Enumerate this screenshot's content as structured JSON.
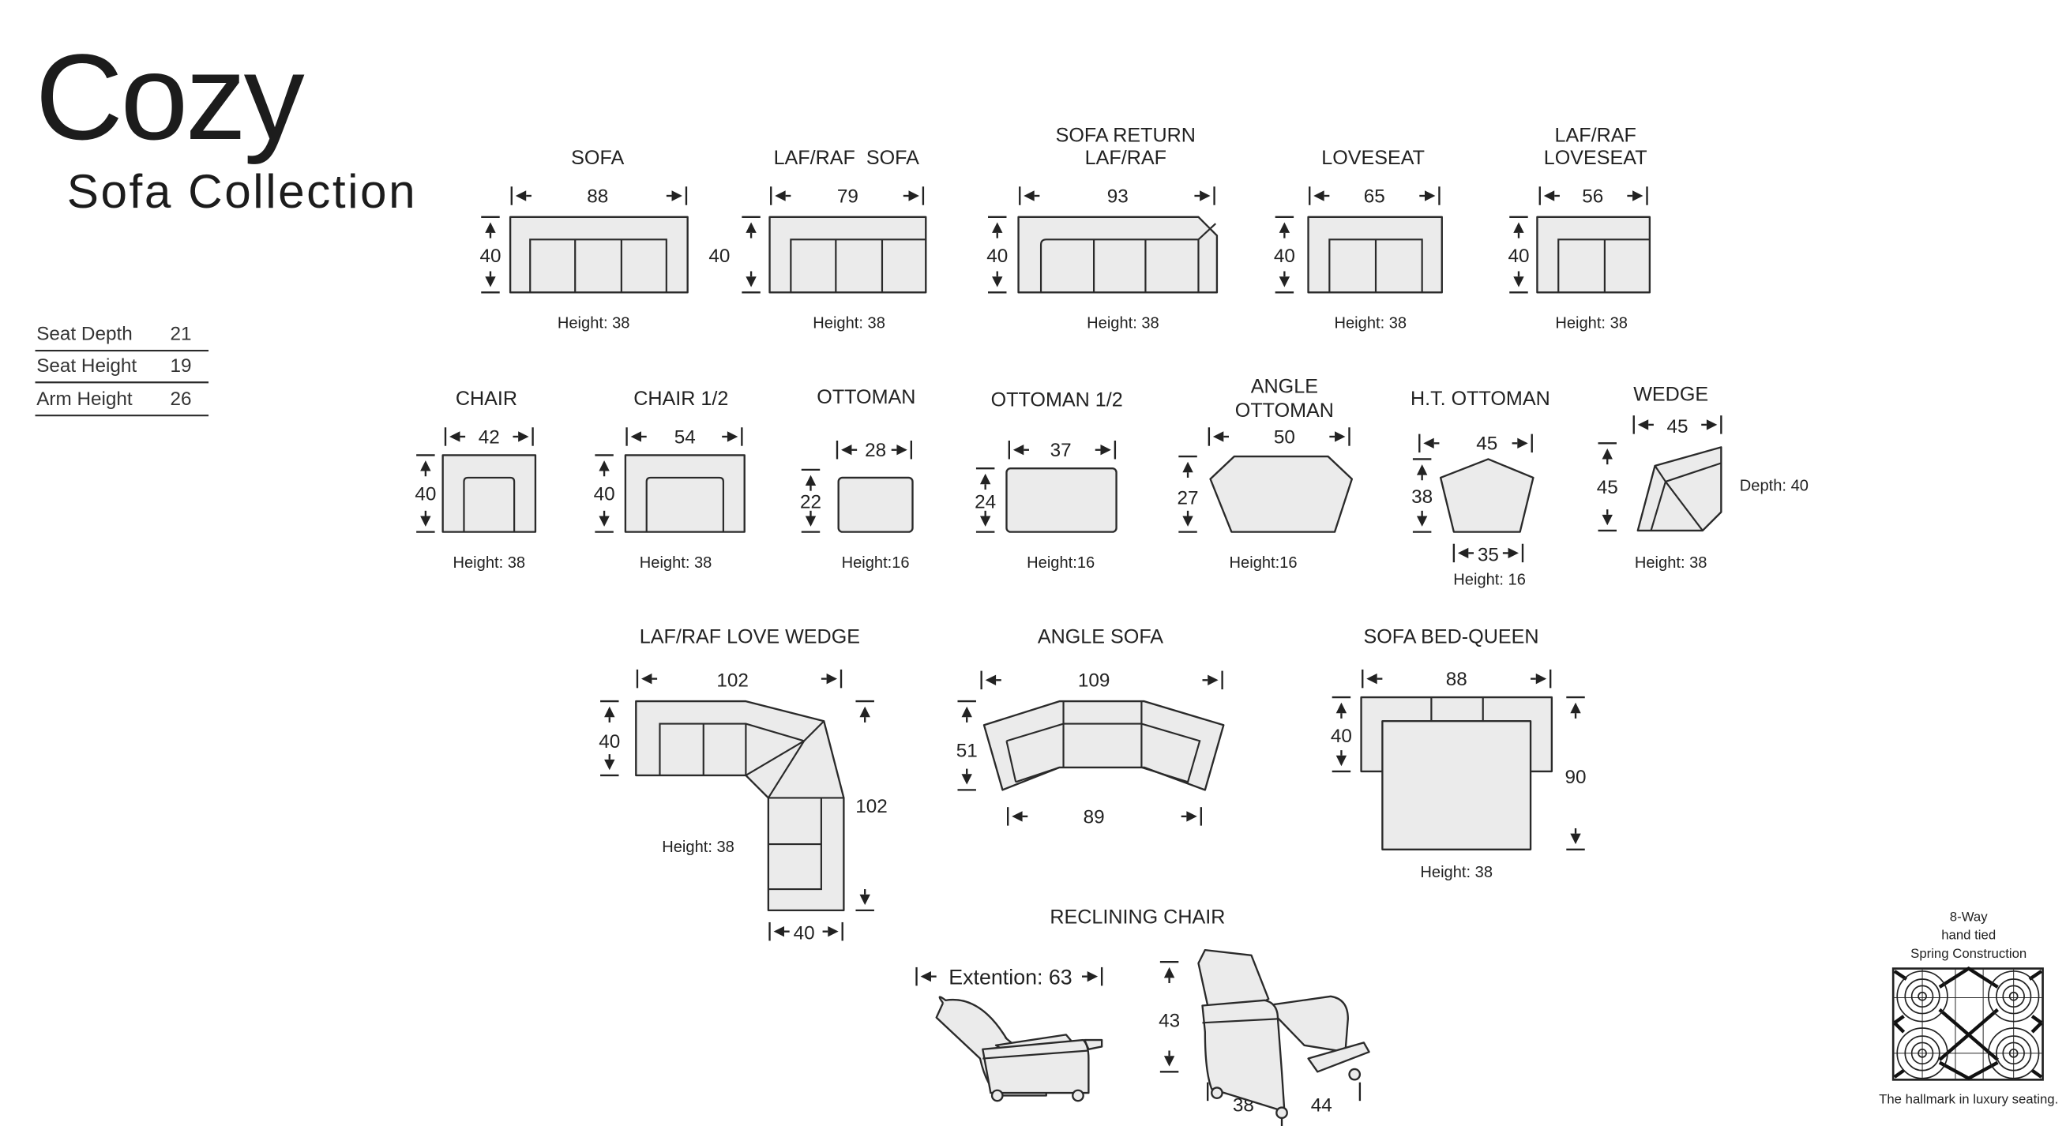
{
  "header": {
    "brand": "Cozy",
    "subtitle": "Sofa Collection"
  },
  "specs": [
    {
      "label": "Seat Depth",
      "value": "21"
    },
    {
      "label": "Seat Height",
      "value": "19"
    },
    {
      "label": "Arm Height",
      "value": "26"
    }
  ],
  "products": {
    "sofa": {
      "name": "SOFA",
      "width": "88",
      "depth": "40",
      "height": "Height: 38"
    },
    "laf_raf_sofa": {
      "name": "LAF/RAF  SOFA",
      "width": "79",
      "depth": "40",
      "height": "Height: 38"
    },
    "sofa_return": {
      "name1": "SOFA RETURN",
      "name2": "LAF/RAF",
      "width": "93",
      "depth": "40",
      "height": "Height: 38"
    },
    "loveseat": {
      "name": "LOVESEAT",
      "width": "65",
      "depth": "40",
      "height": "Height: 38"
    },
    "laf_raf_loveseat": {
      "name1": "LAF/RAF",
      "name2": "LOVESEAT",
      "width": "56",
      "depth": "40",
      "height": "Height: 38"
    },
    "chair": {
      "name": "CHAIR",
      "width": "42",
      "depth": "40",
      "height": "Height: 38"
    },
    "chair_half": {
      "name": "CHAIR 1/2",
      "width": "54",
      "depth": "40",
      "height": "Height: 38"
    },
    "ottoman": {
      "name": "OTTOMAN",
      "width": "28",
      "depth": "22",
      "height": "Height:16"
    },
    "ottoman_half": {
      "name": "OTTOMAN 1/2",
      "width": "37",
      "depth": "24",
      "height": "Height:16"
    },
    "angle_ottoman": {
      "name1": "ANGLE",
      "name2": "OTTOMAN",
      "width": "50",
      "depth": "27",
      "height": "Height:16"
    },
    "ht_ottoman": {
      "name": "H.T. OTTOMAN",
      "width": "45",
      "depth": "38",
      "bottom_width": "35",
      "height": "Height: 16"
    },
    "wedge": {
      "name": "WEDGE",
      "width": "45",
      "depth_side": "45",
      "depth_label": "Depth: 40",
      "height": "Height: 38"
    },
    "love_wedge": {
      "name": "LAF/RAF LOVE WEDGE",
      "width": "102",
      "depth": "40",
      "length": "102",
      "arm_width": "40",
      "height": "Height: 38"
    },
    "angle_sofa": {
      "name": "ANGLE SOFA",
      "width": "109",
      "depth": "51",
      "inner_width": "89"
    },
    "sofa_bed": {
      "name": "SOFA BED-QUEEN",
      "width": "88",
      "depth": "40",
      "open_depth": "90",
      "height": "Height: 38"
    },
    "reclining_chair": {
      "name": "RECLINING CHAIR",
      "extension": "Extention: 63",
      "height": "43",
      "depth": "38",
      "width": "44"
    }
  },
  "springs": {
    "line1": "8-Way",
    "line2": "hand tied",
    "line3": "Spring Construction",
    "tagline": "The hallmark in luxury seating."
  }
}
